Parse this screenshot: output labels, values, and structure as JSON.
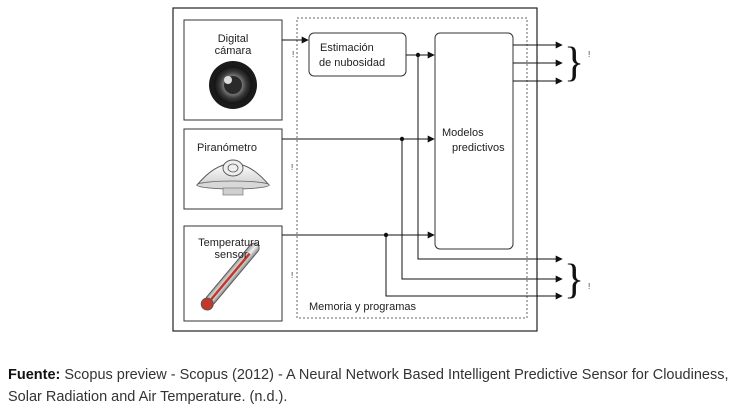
{
  "diagram": {
    "sensors": {
      "camera": {
        "line1": "Digital",
        "line2": "cámara"
      },
      "pyranometer": {
        "line1": "Piranómetro"
      },
      "temperature": {
        "line1": "Temperatura",
        "line2": "sensor"
      }
    },
    "cloudiness_block": {
      "line1": "Estimación",
      "line2": "de nubosidad"
    },
    "models_block": {
      "line1": "Modelos",
      "line2": "predictivos"
    },
    "memory_label": "Memoria y programas",
    "marks": {
      "m1": "!",
      "m2": "!",
      "m3": "!",
      "m4": "!",
      "m5": "!"
    }
  },
  "caption": {
    "label": "Fuente:",
    "text": "Scopus preview -  Scopus (2012)  - A Neural Network Based Intelligent Predictive Sensor for Cloudiness, Solar Radiation and Air Temperature. (n.d.)."
  }
}
